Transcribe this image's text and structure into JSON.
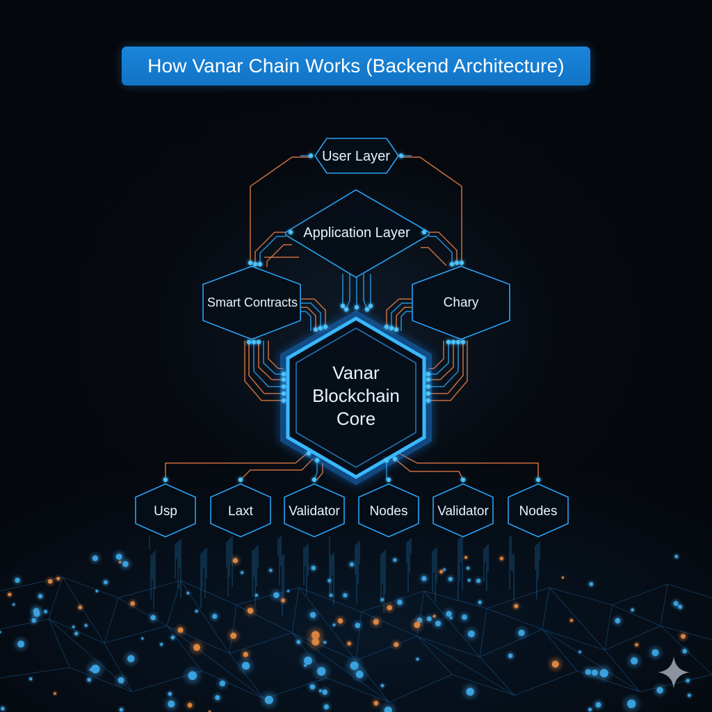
{
  "title": "How Vanar Chain Works (Backend Architecture)",
  "nodes": {
    "user_layer": "User Layer",
    "application_layer": "Application Layer",
    "smart_contracts": "Smart Contracts",
    "chary": "Chary",
    "core_line1": "Vanar",
    "core_line2": "Blockchain",
    "core_line3": "Core",
    "bottom": [
      "Usp",
      "Laxt",
      "Validator",
      "Nodes",
      "Validator",
      "Nodes"
    ]
  },
  "colors": {
    "accent_blue": "#2aa3f5",
    "wire_orange": "#e07a43",
    "title_bg": "#1a86dc",
    "background": "#05080d"
  },
  "icons": {
    "corner_mark": "sparkle-icon"
  }
}
